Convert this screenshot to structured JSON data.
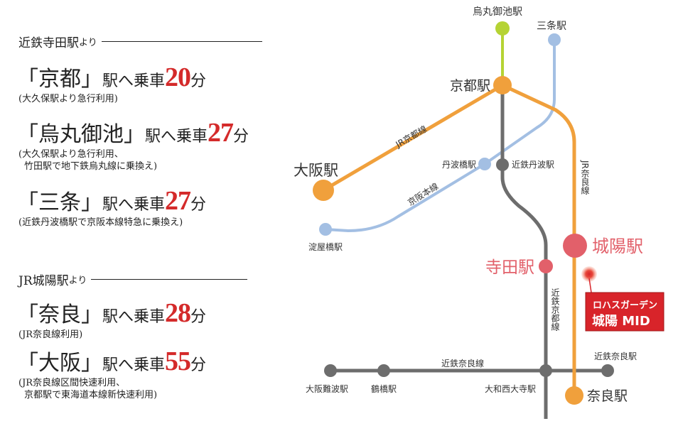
{
  "left": {
    "sections": [
      {
        "heading": "近鉄寺田駅",
        "heading_suffix": "より",
        "entries": [
          {
            "dest": "「京都」",
            "mid": "駅へ乗車",
            "minutes": "20",
            "unit": "分",
            "note1": "(大久保駅より急行利用)",
            "note2": ""
          },
          {
            "dest": "「烏丸御池」",
            "mid": "駅へ乗車",
            "minutes": "27",
            "unit": "分",
            "note1": "(大久保駅より急行利用、",
            "note2": "竹田駅で地下鉄烏丸線に乗換え)"
          },
          {
            "dest": "「三条」",
            "mid": "駅へ乗車",
            "minutes": "27",
            "unit": "分",
            "note1": "(近鉄丹波橋駅で京阪本線特急に乗換え)",
            "note2": ""
          }
        ]
      },
      {
        "heading": "JR城陽駅",
        "heading_suffix": "より",
        "entries": [
          {
            "dest": "「奈良」",
            "mid": "駅へ乗車",
            "minutes": "28",
            "unit": "分",
            "note1": "(JR奈良線利用)",
            "note2": ""
          },
          {
            "dest": "「大阪」",
            "mid": "駅へ乗車",
            "minutes": "55",
            "unit": "分",
            "note1": "(JR奈良線区間快速利用、",
            "note2": "京都駅で東海道本線新快速利用)"
          }
        ]
      }
    ]
  },
  "map": {
    "colors": {
      "jr": "#f0a03c",
      "keihan": "#a3bfe3",
      "subway": "#b5d334",
      "kintetsu": "#6d6d6d",
      "highlight": "#e2606a",
      "site": "#d8242a"
    },
    "stations": {
      "karasuma_oike": "烏丸御池駅",
      "sanjo": "三条駅",
      "kyoto": "京都駅",
      "osaka": "大阪駅",
      "tambabashi": "丹波橋駅",
      "kintetsu_tamba": "近鉄丹波駅",
      "yodoyabashi": "淀屋橋駅",
      "terada": "寺田駅",
      "joyo": "城陽駅",
      "kintetsu_nara": "近鉄奈良駅",
      "namba": "大阪難波駅",
      "tsuruhashi": "鶴橋駅",
      "saidaiji": "大和西大寺駅",
      "nara": "奈良駅"
    },
    "lines": {
      "jr_kyoto": "JR京都線",
      "keihan": "京阪本線",
      "jr_nara": "JR奈良線",
      "kintetsu_kyoto": "近鉄京都線",
      "kintetsu_nara": "近鉄奈良線"
    },
    "site": {
      "line1": "ロハスガーデン",
      "line2": "城陽 MID"
    }
  }
}
